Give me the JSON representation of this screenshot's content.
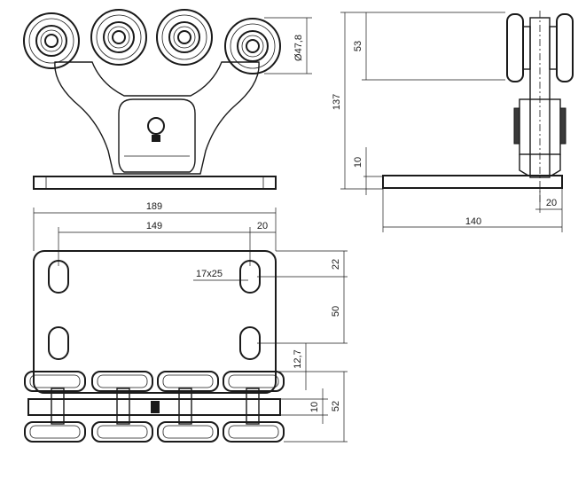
{
  "dimensions": {
    "roller_diameter": "Ø47,8",
    "height_53": "53",
    "height_137": "137",
    "height_10_side": "10",
    "depth_140": "140",
    "offset_20_side": "20",
    "width_189": "189",
    "hole_span_149": "149",
    "edge_20": "20",
    "slot_size": "17x25",
    "edge_22": "22",
    "slot_spacing_50": "50",
    "edge_12_7": "12,7",
    "gap_10_bottom": "10",
    "height_52": "52"
  }
}
